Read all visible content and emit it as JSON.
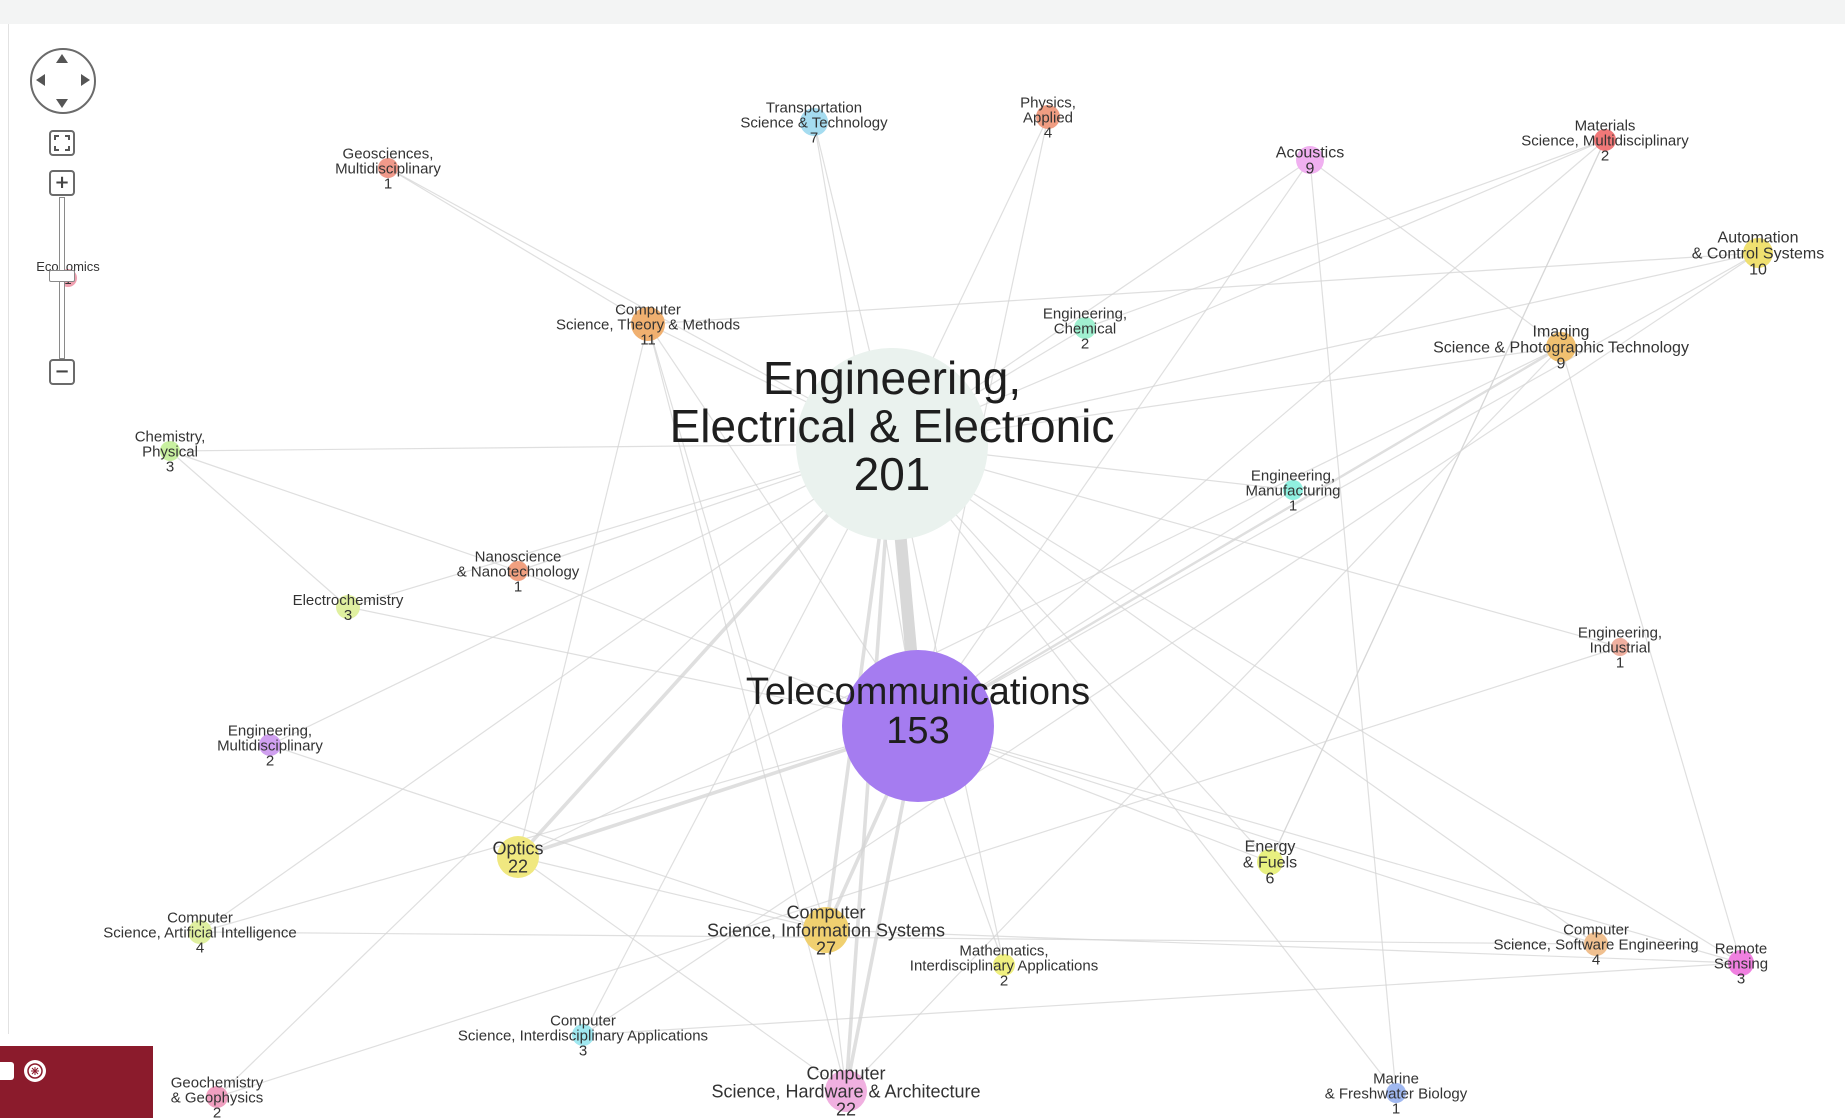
{
  "colors": {
    "edge": "#d4d4d4",
    "label": "#333333",
    "logo": "#8b1b2c"
  },
  "controls": {
    "pan": "pan-control-icon",
    "fit": "fit-to-screen-icon",
    "zoom_in": "+",
    "zoom_out": "−"
  },
  "nodes": [
    {
      "id": "eee",
      "lines": [
        "Engineering,",
        "Electrical & Electronic"
      ],
      "count": "201",
      "color": "#eaf2ee",
      "big": true
    },
    {
      "id": "tel",
      "lines": [
        "Telecommunications"
      ],
      "count": "153",
      "color": "#a57cf0",
      "big": true
    },
    {
      "id": "trans",
      "lines": [
        "Transportation",
        "Science & Technology"
      ],
      "count": "7",
      "color": "#a5dcf0"
    },
    {
      "id": "phys",
      "lines": [
        "Physics,",
        "Applied"
      ],
      "count": "4",
      "color": "#f09d82"
    },
    {
      "id": "mat",
      "lines": [
        "Materials",
        "Science, Multidisciplinary"
      ],
      "count": "2",
      "color": "#f07878"
    },
    {
      "id": "geo",
      "lines": [
        "Geosciences,",
        "Multidisciplinary"
      ],
      "count": "1",
      "color": "#f0998a"
    },
    {
      "id": "acou",
      "lines": [
        "Acoustics"
      ],
      "count": "9",
      "color": "#f0b0f0"
    },
    {
      "id": "auto",
      "lines": [
        "Automation",
        "& Control Systems"
      ],
      "count": "10",
      "color": "#f0e070"
    },
    {
      "id": "econ",
      "lines": [
        "Economics"
      ],
      "count": "1",
      "color": "#f0a0b0"
    },
    {
      "id": "cstm",
      "lines": [
        "Computer",
        "Science, Theory & Methods"
      ],
      "count": "11",
      "color": "#f0b070"
    },
    {
      "id": "echem",
      "lines": [
        "Engineering,",
        "Chemical"
      ],
      "count": "2",
      "color": "#a0f0d0"
    },
    {
      "id": "imag",
      "lines": [
        "Imaging",
        "Science & Photographic Technology"
      ],
      "count": "9",
      "color": "#f0c070"
    },
    {
      "id": "chemp",
      "lines": [
        "Chemistry,",
        "Physical"
      ],
      "count": "3",
      "color": "#c8f0a0"
    },
    {
      "id": "emanu",
      "lines": [
        "Engineering,",
        "Manufacturing"
      ],
      "count": "1",
      "color": "#90f0e0"
    },
    {
      "id": "nano",
      "lines": [
        "Nanoscience",
        "& Nanotechnology"
      ],
      "count": "1",
      "color": "#f0a080"
    },
    {
      "id": "electro",
      "lines": [
        "Electrochemistry"
      ],
      "count": "3",
      "color": "#e0f0a0"
    },
    {
      "id": "eind",
      "lines": [
        "Engineering,",
        "Industrial"
      ],
      "count": "1",
      "color": "#f0b0a0"
    },
    {
      "id": "emulti",
      "lines": [
        "Engineering,",
        "Multidisciplinary"
      ],
      "count": "2",
      "color": "#d0a0f0"
    },
    {
      "id": "optics",
      "lines": [
        "Optics"
      ],
      "count": "22",
      "color": "#f0e880"
    },
    {
      "id": "energy",
      "lines": [
        "Energy",
        "& Fuels"
      ],
      "count": "6",
      "color": "#e8f080"
    },
    {
      "id": "csis",
      "lines": [
        "Computer",
        "Science, Information Systems"
      ],
      "count": "27",
      "color": "#f0d070"
    },
    {
      "id": "csai",
      "lines": [
        "Computer",
        "Science, Artificial Intelligence"
      ],
      "count": "4",
      "color": "#e0f0a0"
    },
    {
      "id": "math",
      "lines": [
        "Mathematics,",
        "Interdisciplinary Applications"
      ],
      "count": "2",
      "color": "#f0f080"
    },
    {
      "id": "csse",
      "lines": [
        "Computer",
        "Science, Software Engineering"
      ],
      "count": "4",
      "color": "#f0c090"
    },
    {
      "id": "remote",
      "lines": [
        "Remote",
        "Sensing"
      ],
      "count": "3",
      "color": "#f080e0"
    },
    {
      "id": "csia",
      "lines": [
        "Computer",
        "Science, Interdisciplinary Applications"
      ],
      "count": "3",
      "color": "#a0e8f0"
    },
    {
      "id": "geochem",
      "lines": [
        "Geochemistry",
        "& Geophysics"
      ],
      "count": "2",
      "color": "#f0a0c0"
    },
    {
      "id": "csha",
      "lines": [
        "Computer",
        "Science, Hardware & Architecture"
      ],
      "count": "22",
      "color": "#f0b0e0"
    },
    {
      "id": "marine",
      "lines": [
        "Marine",
        "& Freshwater Biology"
      ],
      "count": "1",
      "color": "#a0b8f0"
    }
  ],
  "edges": [
    [
      "eee",
      "tel",
      10
    ],
    [
      "eee",
      "trans",
      1
    ],
    [
      "eee",
      "phys",
      1
    ],
    [
      "eee",
      "mat",
      1
    ],
    [
      "eee",
      "acou",
      1
    ],
    [
      "eee",
      "auto",
      1
    ],
    [
      "eee",
      "cstm",
      1
    ],
    [
      "eee",
      "echem",
      1
    ],
    [
      "eee",
      "imag",
      1
    ],
    [
      "eee",
      "chemp",
      1
    ],
    [
      "eee",
      "emanu",
      1
    ],
    [
      "eee",
      "nano",
      1
    ],
    [
      "eee",
      "electro",
      1
    ],
    [
      "eee",
      "emulti",
      1
    ],
    [
      "eee",
      "optics",
      3
    ],
    [
      "eee",
      "energy",
      1
    ],
    [
      "eee",
      "csis",
      3
    ],
    [
      "eee",
      "csai",
      1
    ],
    [
      "eee",
      "math",
      1
    ],
    [
      "eee",
      "csse",
      1
    ],
    [
      "eee",
      "remote",
      1
    ],
    [
      "eee",
      "csia",
      1
    ],
    [
      "eee",
      "geochem",
      1
    ],
    [
      "eee",
      "csha",
      3
    ],
    [
      "eee",
      "marine",
      1
    ],
    [
      "eee",
      "geo",
      1
    ],
    [
      "eee",
      "eind",
      1
    ],
    [
      "tel",
      "trans",
      1
    ],
    [
      "tel",
      "phys",
      1
    ],
    [
      "tel",
      "acou",
      1
    ],
    [
      "tel",
      "auto",
      1
    ],
    [
      "tel",
      "cstm",
      1
    ],
    [
      "tel",
      "imag",
      2
    ],
    [
      "tel",
      "optics",
      3
    ],
    [
      "tel",
      "csis",
      3
    ],
    [
      "tel",
      "csha",
      3
    ],
    [
      "tel",
      "energy",
      1
    ],
    [
      "tel",
      "csse",
      1
    ],
    [
      "tel",
      "remote",
      1
    ],
    [
      "tel",
      "math",
      1
    ],
    [
      "tel",
      "emanu",
      1
    ],
    [
      "tel",
      "csai",
      1
    ],
    [
      "tel",
      "nano",
      1
    ],
    [
      "tel",
      "electro",
      1
    ],
    [
      "tel",
      "mat",
      1
    ],
    [
      "cstm",
      "optics",
      1
    ],
    [
      "cstm",
      "csis",
      1
    ],
    [
      "cstm",
      "csha",
      1
    ],
    [
      "cstm",
      "auto",
      1
    ],
    [
      "cstm",
      "geo",
      1
    ],
    [
      "optics",
      "csha",
      1
    ],
    [
      "optics",
      "csis",
      1
    ],
    [
      "optics",
      "imag",
      1
    ],
    [
      "csis",
      "csha",
      1
    ],
    [
      "csis",
      "remote",
      1
    ],
    [
      "chemp",
      "electro",
      1
    ],
    [
      "chemp",
      "nano",
      1
    ],
    [
      "imag",
      "remote",
      1
    ],
    [
      "imag",
      "csha",
      1
    ],
    [
      "auto",
      "csia",
      1
    ],
    [
      "mat",
      "echem",
      1
    ],
    [
      "mat",
      "energy",
      1
    ],
    [
      "acou",
      "imag",
      1
    ],
    [
      "eind",
      "geochem",
      1
    ],
    [
      "csai",
      "csse",
      1
    ],
    [
      "csia",
      "remote",
      1
    ],
    [
      "energy",
      "mat",
      1
    ],
    [
      "marine",
      "acou",
      1
    ],
    [
      "emulti",
      "csis",
      1
    ]
  ]
}
